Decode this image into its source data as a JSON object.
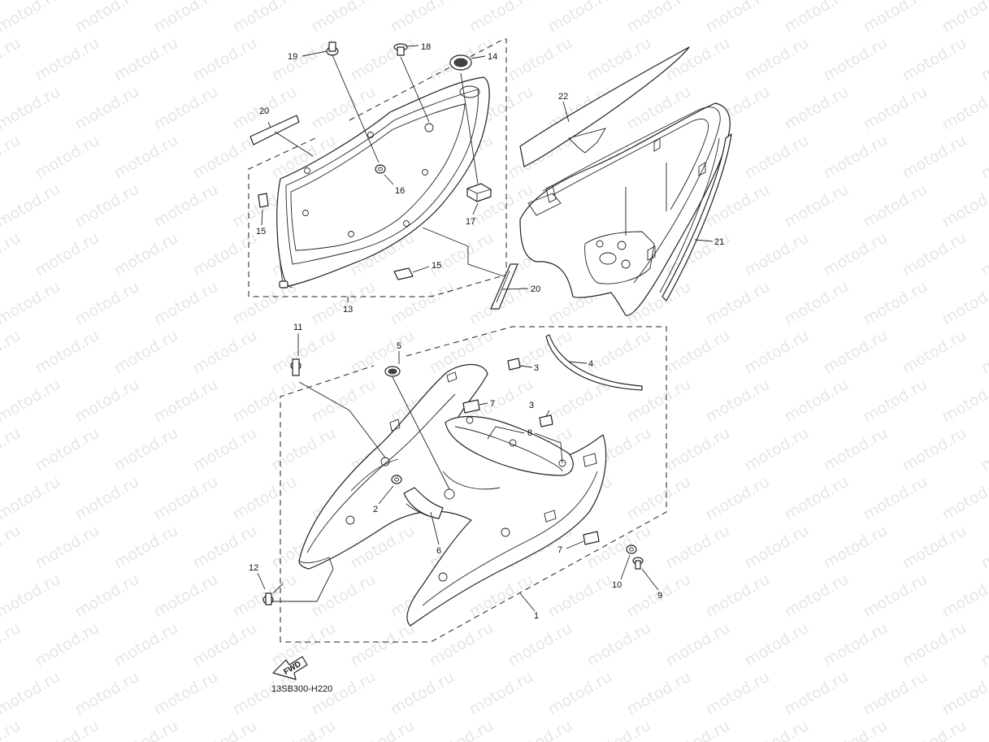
{
  "watermark": "motod.ru",
  "diagram_code": "13SB300-H220",
  "fwd_label": "FWD",
  "callouts": {
    "c1": "1",
    "c2": "2",
    "c3a": "3",
    "c3b": "3",
    "c4": "4",
    "c5": "5",
    "c6": "6",
    "c7a": "7",
    "c7b": "7",
    "c8": "8",
    "c9": "9",
    "c10": "10",
    "c11": "11",
    "c12": "12",
    "c13": "13",
    "c14": "14",
    "c15a": "15",
    "c15b": "15",
    "c16": "16",
    "c17": "17",
    "c18": "18",
    "c19": "19",
    "c20a": "20",
    "c20b": "20",
    "c21": "21",
    "c22": "22"
  }
}
